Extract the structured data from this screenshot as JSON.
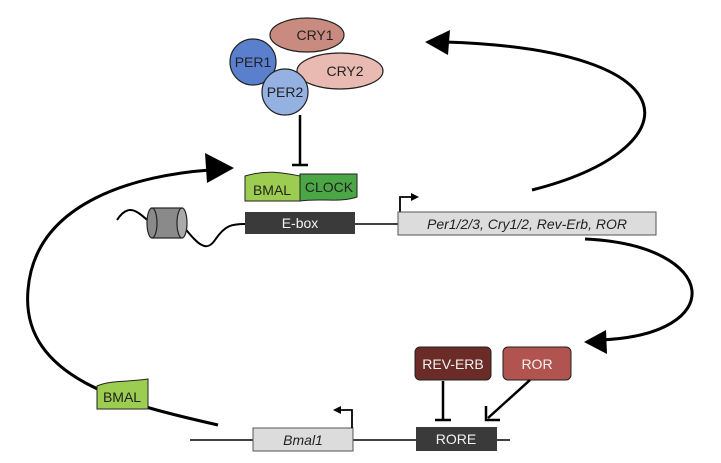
{
  "proteins": {
    "cry1": "CRY1",
    "per1": "PER1",
    "cry2": "CRY2",
    "per2": "PER2",
    "bmal": "BMAL",
    "clock": "CLOCK",
    "bmal_free": "BMAL",
    "rev_erb": "REV-ERB",
    "ror": "ROR"
  },
  "genes": {
    "ebox": "E-box",
    "targets": "Per1/2/3, Cry1/2, Rev-Erb, ROR",
    "bmal1": "Bmal1",
    "rore": "RORE"
  },
  "colors": {
    "cry1": "#c98b80",
    "cry2": "#e8bab2",
    "per1": "#5a7fcd",
    "per2": "#94b1e2",
    "bmal": "#9dcd50",
    "clock": "#4ba745",
    "element": "#3a3a3a",
    "gene": "#dcdcdc",
    "rev_erb": "#6b2b27",
    "ror": "#b1534f"
  }
}
